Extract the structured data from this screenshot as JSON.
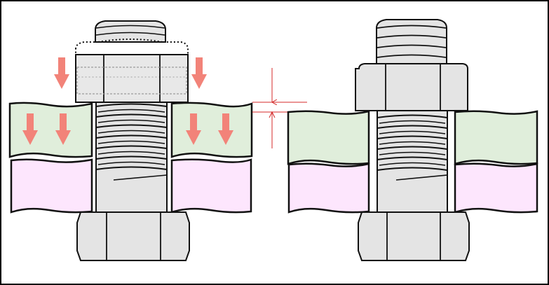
{
  "figure": {
    "panels": [
      {
        "id": "before",
        "state": "nut-tightening",
        "arrows": "clamp-force-down"
      },
      {
        "id": "after",
        "state": "nut-seated",
        "arrows": "none"
      }
    ],
    "colors": {
      "background": "#ffffff",
      "frame": "#000000",
      "metal": "#e4e4e4",
      "metal_shadow": "#cfcfcf",
      "upper_plate": "#e0eedb",
      "lower_plate": "#fde6fd",
      "force_arrow": "#f28379",
      "gap_marker": "#d42a2a",
      "outline": "#111111"
    },
    "icons": [
      "bolt-head",
      "nut",
      "threaded-shank",
      "force-arrow",
      "gap-dimension-marker"
    ]
  }
}
